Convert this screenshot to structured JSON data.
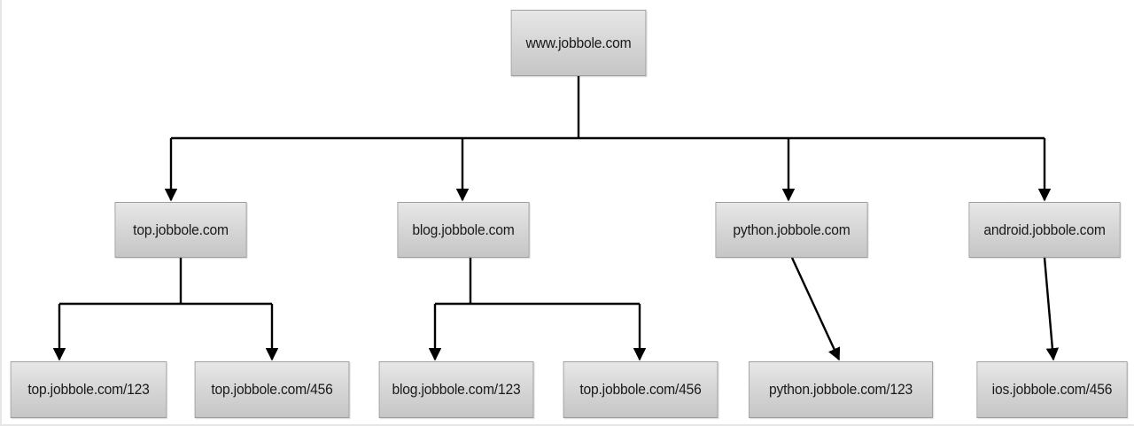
{
  "diagram": {
    "root": {
      "label": "www.jobbole.com"
    },
    "level1": [
      {
        "label": "top.jobbole.com"
      },
      {
        "label": "blog.jobbole.com"
      },
      {
        "label": "python.jobbole.com"
      },
      {
        "label": "android.jobbole.com"
      }
    ],
    "level2": [
      {
        "label": "top.jobbole.com/123"
      },
      {
        "label": "top.jobbole.com/456"
      },
      {
        "label": "blog.jobbole.com/123"
      },
      {
        "label": "top.jobbole.com/456"
      },
      {
        "label": "python.jobbole.com/123"
      },
      {
        "label": "ios.jobbole.com/456"
      }
    ],
    "colors": {
      "line": "#000000",
      "node_border": "#9e9e9e",
      "node_fill_top": "#e7e7e7",
      "node_fill_bottom": "#c6c6c6"
    }
  }
}
